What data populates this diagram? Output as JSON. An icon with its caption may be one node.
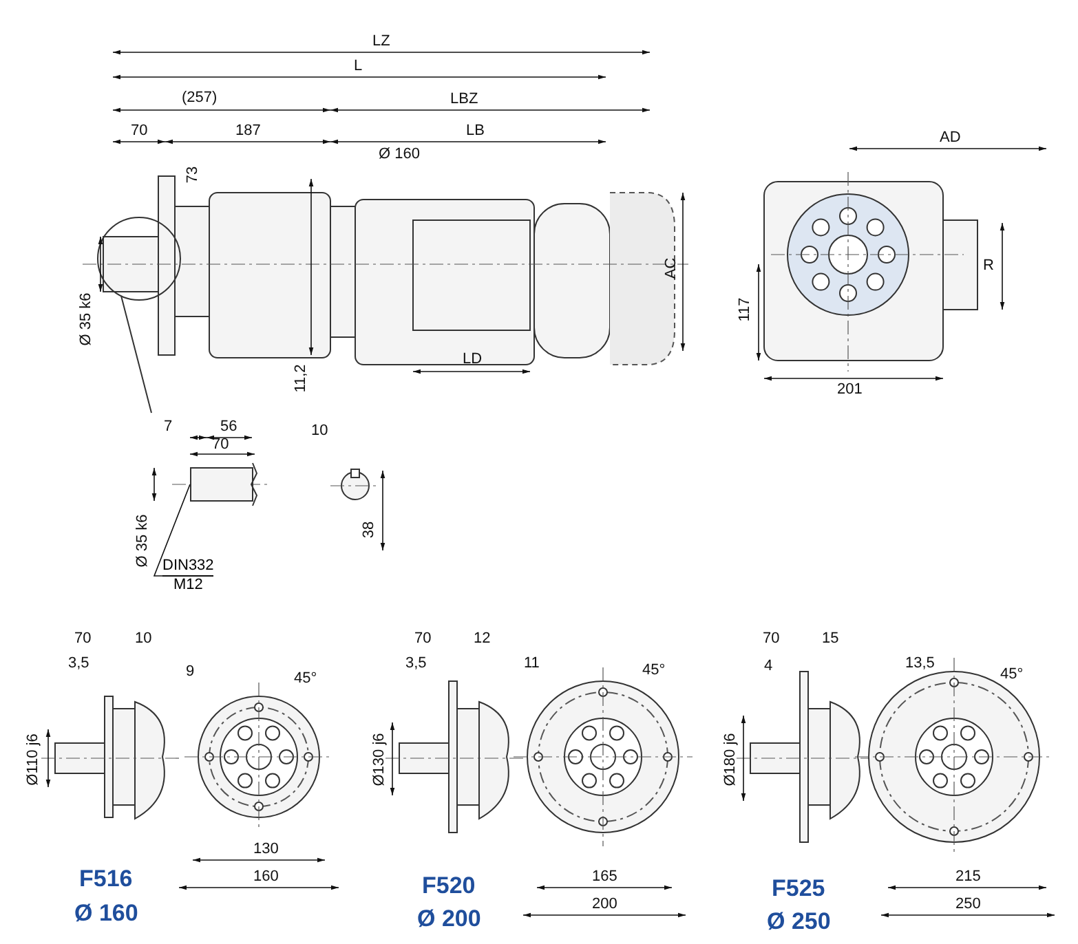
{
  "diagram": {
    "nodes": [
      {
        "text": [
          "DIN332",
          "M12"
        ]
      },
      {
        "text": [],
        "shape": "box"
      }
    ],
    "edges": [
      {
        "from": 0,
        "to": 1,
        "arrow": "none"
      }
    ],
    "labels": [
      "LZ",
      "L",
      "(257)",
      "LBZ",
      "70",
      "187",
      "LB",
      "Ø 160",
      "AD",
      "73",
      "Ø 35 k6",
      "AC",
      "117",
      "R",
      "11,2",
      "LD",
      "201",
      "70",
      "7",
      "56",
      "10",
      "Ø 35 k6",
      "38",
      "70",
      "10",
      "3,5",
      "9",
      "45°",
      "Ø110 j6",
      "130",
      "160",
      "F516",
      "Ø 160",
      "70",
      "12",
      "3,5",
      "11",
      "45°",
      "Ø130 j6",
      "165",
      "200",
      "F520",
      "Ø 200",
      "70",
      "15",
      "4",
      "13,5",
      "45°",
      "Ø180 j6",
      "215",
      "250",
      "F525",
      "Ø 250"
    ]
  }
}
